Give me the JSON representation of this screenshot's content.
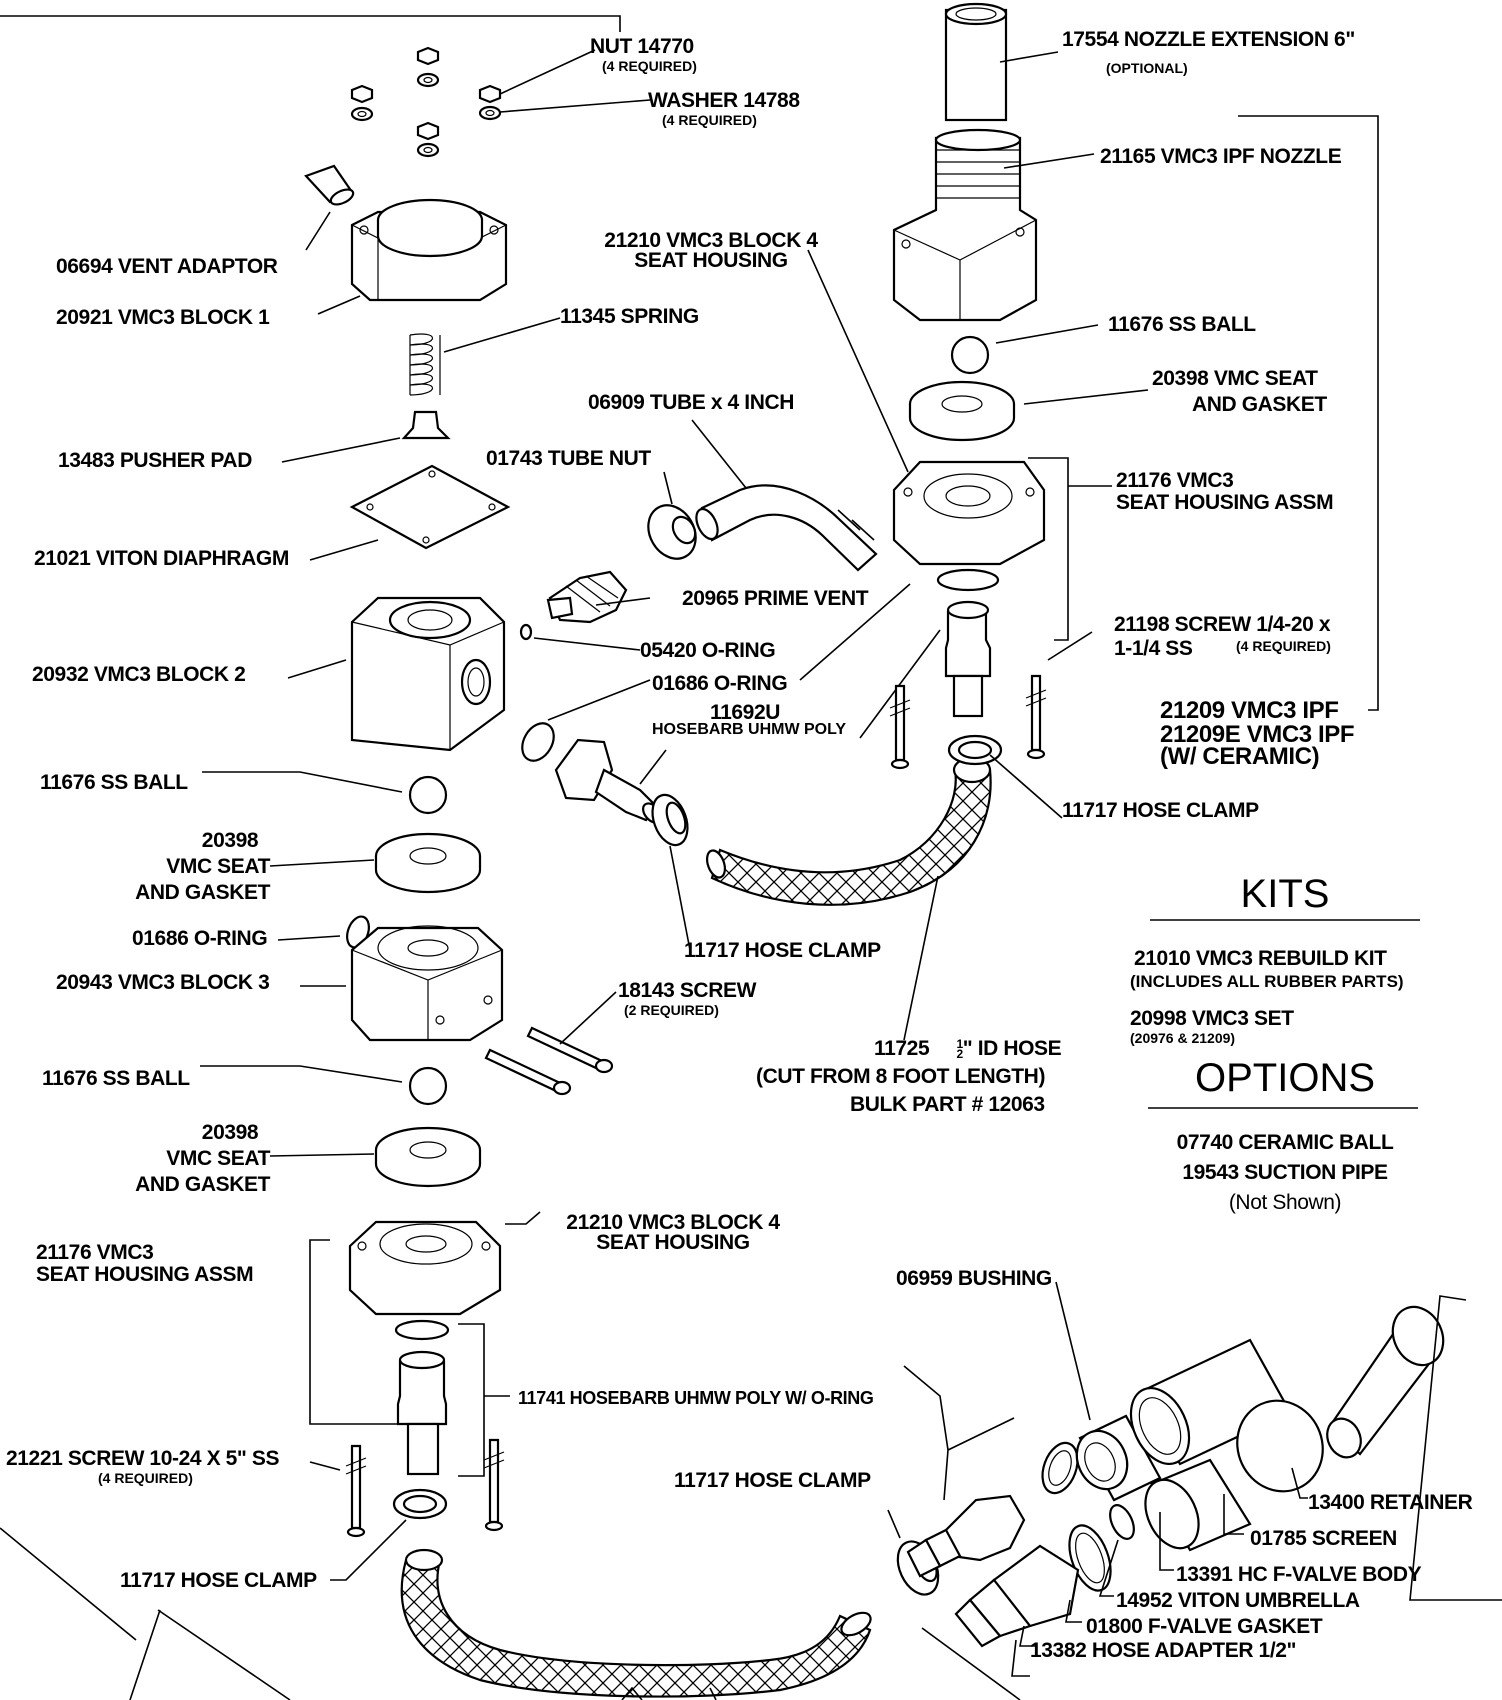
{
  "parts": {
    "nut_14770": "NUT 14770",
    "nut_14770_qty": "(4 REQUIRED)",
    "washer_14788": "WASHER 14788",
    "washer_14788_qty": "(4 REQUIRED)",
    "nozzle_ext_17554": "17554 NOZZLE EXTENSION 6\"",
    "nozzle_ext_optional": "(OPTIONAL)",
    "ipf_nozzle_21165": "21165 VMC3 IPF NOZZLE",
    "vent_adaptor_06694": "06694 VENT ADAPTOR",
    "block1_20921": "20921 VMC3 BLOCK 1",
    "spring_11345": "11345 SPRING",
    "block4_top_line1": "21210 VMC3 BLOCK 4",
    "block4_top_line2": "SEAT HOUSING",
    "ss_ball_top": "11676 SS BALL",
    "seat_gasket_top_line1": "20398  VMC SEAT",
    "seat_gasket_top_line2": "AND GASKET",
    "tube_06909": "06909 TUBE x 4 INCH",
    "pusher_pad_13483": "13483 PUSHER PAD",
    "tube_nut_01743": "01743 TUBE NUT",
    "seat_housing_assm_top_line1": "21176 VMC3",
    "seat_housing_assm_top_line2": "SEAT HOUSING ASSM",
    "diaphragm_21021": "21021 VITON DIAPHRAGM",
    "prime_vent_20965": "20965 PRIME VENT",
    "screw_21198_line1": "21198 SCREW 1/4-20 x",
    "screw_21198_line2": "1-1/4  SS",
    "screw_21198_qty": "(4 REQUIRED)",
    "oring_05420": "05420 O-RING",
    "block2_20932": "20932 VMC3 BLOCK 2",
    "oring_01686_mid": "01686 O-RING",
    "hosebarb_11692u_line1": "11692U",
    "hosebarb_11692u_line2": "HOSEBARB UHMW POLY",
    "ipf_line1": "21209 VMC3 IPF",
    "ipf_line2": "21209E VMC3 IPF",
    "ipf_line3": "(W/ CERAMIC)",
    "ss_ball_mid": "11676 SS BALL",
    "hose_clamp_right": "11717 HOSE CLAMP",
    "seat_gasket_mid_line1": "20398",
    "seat_gasket_mid_line2": "VMC SEAT",
    "seat_gasket_mid_line3": "AND GASKET",
    "oring_01686_low": "01686 O-RING",
    "hose_clamp_mid": "11717 HOSE CLAMP",
    "block3_20943": "20943 VMC3 BLOCK 3",
    "screw_18143": "18143 SCREW",
    "screw_18143_qty": "(2 REQUIRED)",
    "hose_11725_code": "11725",
    "hose_11725_size": "\" ID HOSE",
    "hose_11725_frac_num": "1",
    "hose_11725_frac_den": "2",
    "hose_11725_cut": "(CUT FROM 8 FOOT LENGTH)",
    "hose_11725_bulk": "BULK PART # 12063",
    "ss_ball_low": "11676 SS BALL",
    "seat_gasket_low_line1": "20398",
    "seat_gasket_low_line2": "VMC SEAT",
    "seat_gasket_low_line3": "AND GASKET",
    "seat_housing_assm_low_line1": "21176 VMC3",
    "seat_housing_assm_low_line2": "SEAT HOUSING ASSM",
    "block4_low_line1": "21210 VMC3 BLOCK 4",
    "block4_low_line2": "SEAT HOUSING",
    "bushing_06959": "06959 BUSHING",
    "hosebarb_11741": "11741 HOSEBARB UHMW POLY W/ O-RING",
    "screw_21221": "21221 SCREW 10-24 X 5\" SS",
    "screw_21221_qty": "(4 REQUIRED)",
    "hose_clamp_lower_right": "11717 HOSE CLAMP",
    "retainer_13400": "13400 RETAINER",
    "screen_01785": "01785 SCREEN",
    "fvalve_body_13391": "13391 HC F-VALVE BODY",
    "umbrella_14952": "14952 VITON UMBRELLA",
    "hose_clamp_bottom": "11717 HOSE CLAMP",
    "fvalve_gasket_01800": "01800 F-VALVE GASKET",
    "hose_adapter_13382": "13382 HOSE ADAPTER 1/2\""
  },
  "kits": {
    "heading": "KITS",
    "rebuild_kit": "21010 VMC3 REBUILD KIT",
    "rebuild_kit_note": "(INCLUDES ALL RUBBER PARTS)",
    "set": "20998 VMC3 SET",
    "set_note": "(20976 & 21209)"
  },
  "options": {
    "heading": "OPTIONS",
    "ceramic_ball": "07740 CERAMIC BALL",
    "suction_pipe": "19543 SUCTION PIPE",
    "not_shown": "(Not Shown)"
  }
}
